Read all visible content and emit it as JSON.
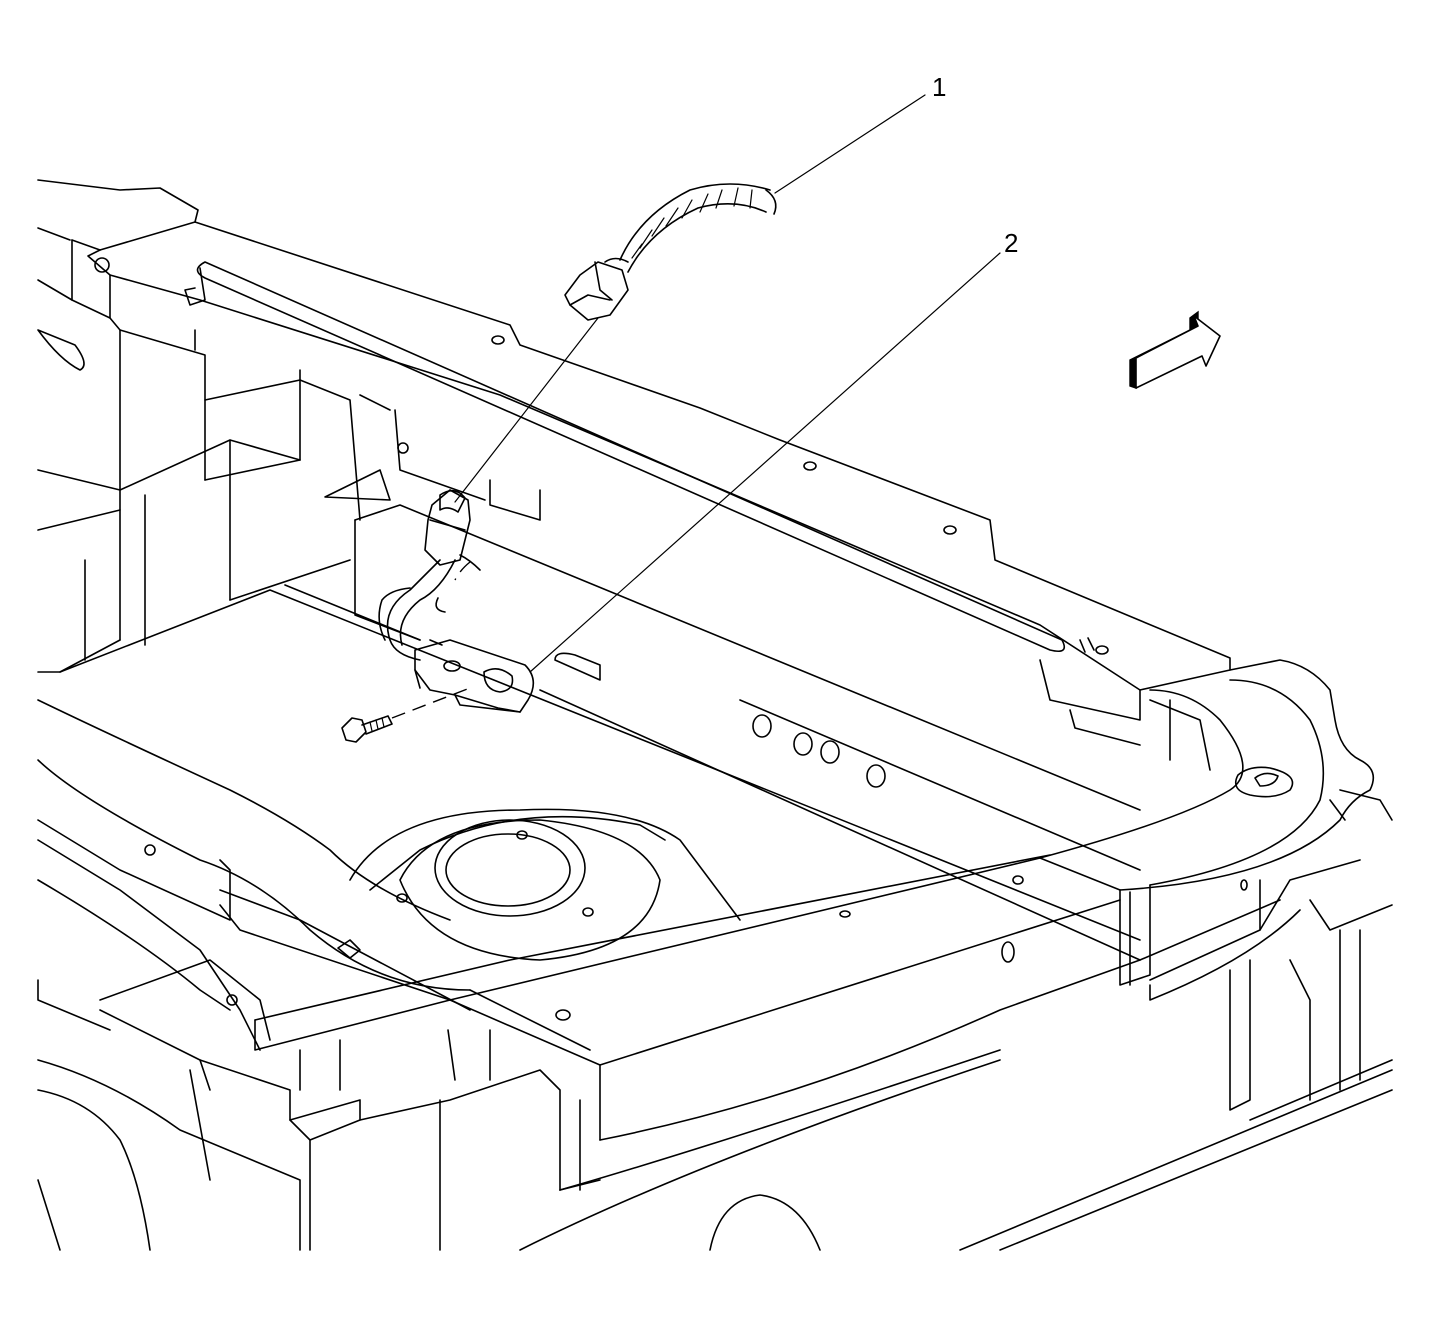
{
  "callouts": [
    {
      "id": "1",
      "label": "1",
      "part": "wiring-harness-connector"
    },
    {
      "id": "2",
      "label": "2",
      "part": "ground-terminal-eyelet"
    }
  ],
  "icons": {
    "direction_arrow": "front-direction-arrow-icon",
    "fastener": "bolt-icon"
  },
  "colors": {
    "line": "#000000",
    "background": "#ffffff"
  }
}
